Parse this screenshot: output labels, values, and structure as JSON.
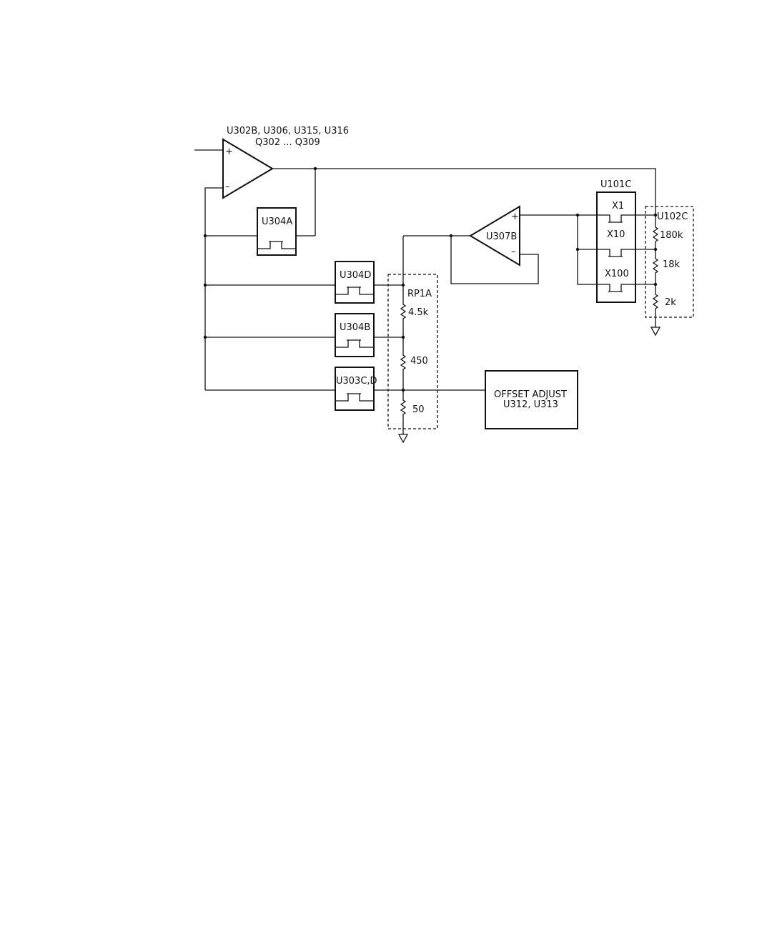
{
  "main_amp": {
    "label_line1": "U302B, U306, U315, U316",
    "label_line2": "Q302 ... Q309",
    "plus": "+",
    "minus": "–"
  },
  "buffer_amp": {
    "label": "U307B",
    "plus": "+",
    "minus": "–"
  },
  "switches": {
    "u304a": "U304A",
    "u304d": "U304D",
    "u304b": "U304B",
    "u303cd": "U303C,D"
  },
  "u101c": {
    "label": "U101C",
    "x1": "X1",
    "x10": "X10",
    "x100": "X100"
  },
  "u102c": {
    "label": "U102C",
    "r1": "180k",
    "r2": "18k",
    "r3": "2k"
  },
  "rp1a": {
    "label": "RP1A",
    "r1": "4.5k",
    "r2": "450",
    "r3": "50"
  },
  "offset": {
    "line1": "OFFSET ADJUST",
    "line2": "U312, U313"
  }
}
